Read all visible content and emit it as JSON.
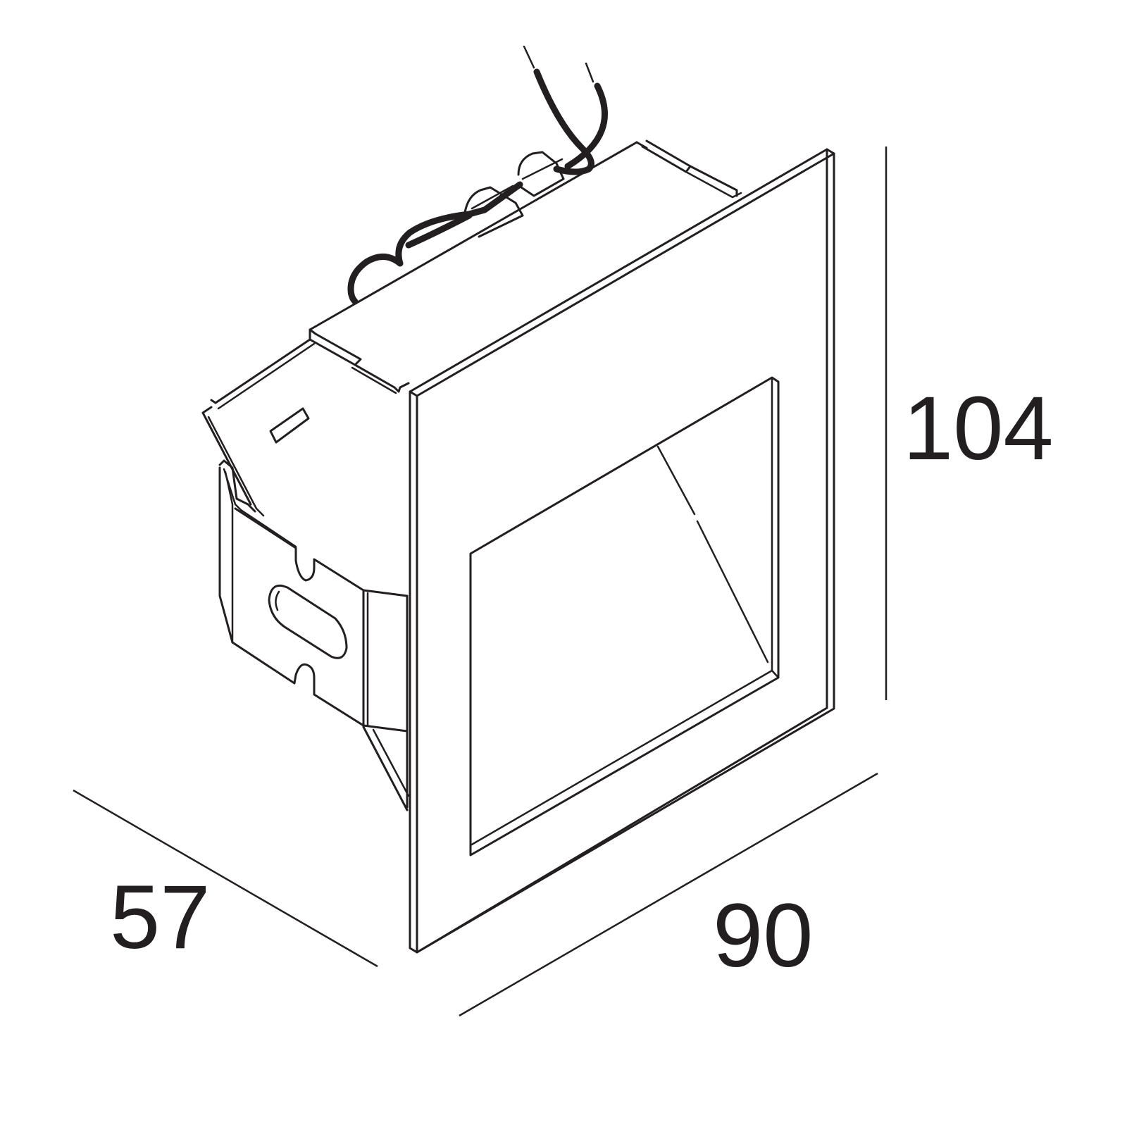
{
  "dimensions": {
    "height": "104",
    "depth": "57",
    "width": "90"
  },
  "colors": {
    "line": "#231f20",
    "background": "#ffffff"
  }
}
